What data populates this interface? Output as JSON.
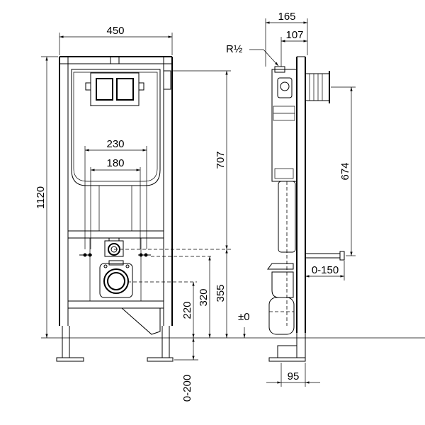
{
  "front_view": {
    "width_overall": "450",
    "height_overall": "1120",
    "plate_height": "707",
    "inner_width_outer": "230",
    "inner_width_inner": "180",
    "height_355": "355",
    "height_320": "320",
    "height_220": "220",
    "adjust_range": "0-200"
  },
  "side_view": {
    "depth_overall": "165",
    "depth_inner": "107",
    "thread_label": "R½",
    "pipe_height": "674",
    "pipe_offset": "0-150",
    "floor_label": "±0",
    "foot_depth": "95"
  }
}
